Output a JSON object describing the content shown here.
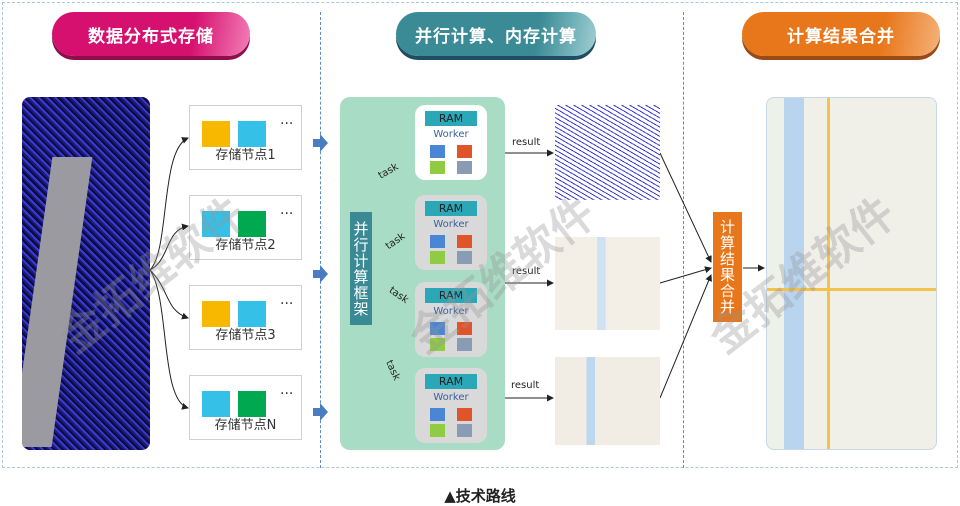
{
  "headers": [
    {
      "label": "数据分布式存储",
      "color": "#e0157a"
    },
    {
      "label": "并行计算、内存计算",
      "color": "#3f8f99"
    },
    {
      "label": "计算结果合并",
      "color": "#e87a1e"
    }
  ],
  "storage_nodes": [
    {
      "label": "存储节点1",
      "colors": [
        "#f9b800",
        "#35c0e8"
      ],
      "more": "···"
    },
    {
      "label": "存储节点2",
      "colors": [
        "#35c0e8",
        "#00a84f"
      ],
      "more": "···"
    },
    {
      "label": "存储节点3",
      "colors": [
        "#f9b800",
        "#35c0e8"
      ],
      "more": "···"
    },
    {
      "label": "存储节点N",
      "colors": [
        "#35c0e8",
        "#00a84f"
      ],
      "more": "···"
    }
  ],
  "framework_label": "并行计算框架",
  "workers": [
    {
      "ram": "RAM",
      "name": "Worker"
    },
    {
      "ram": "RAM",
      "name": "Worker"
    },
    {
      "ram": "RAM",
      "name": "Worker"
    },
    {
      "ram": "RAM",
      "name": "Worker"
    }
  ],
  "worker_colors": [
    "#4a86d4",
    "#e0542a",
    "#8fcc44",
    "#8a9bb4"
  ],
  "task_label": "task",
  "result_label": "result",
  "merge_label": "计算结果合并",
  "watermark": "金拓维软件",
  "caption": "▲技术路线"
}
